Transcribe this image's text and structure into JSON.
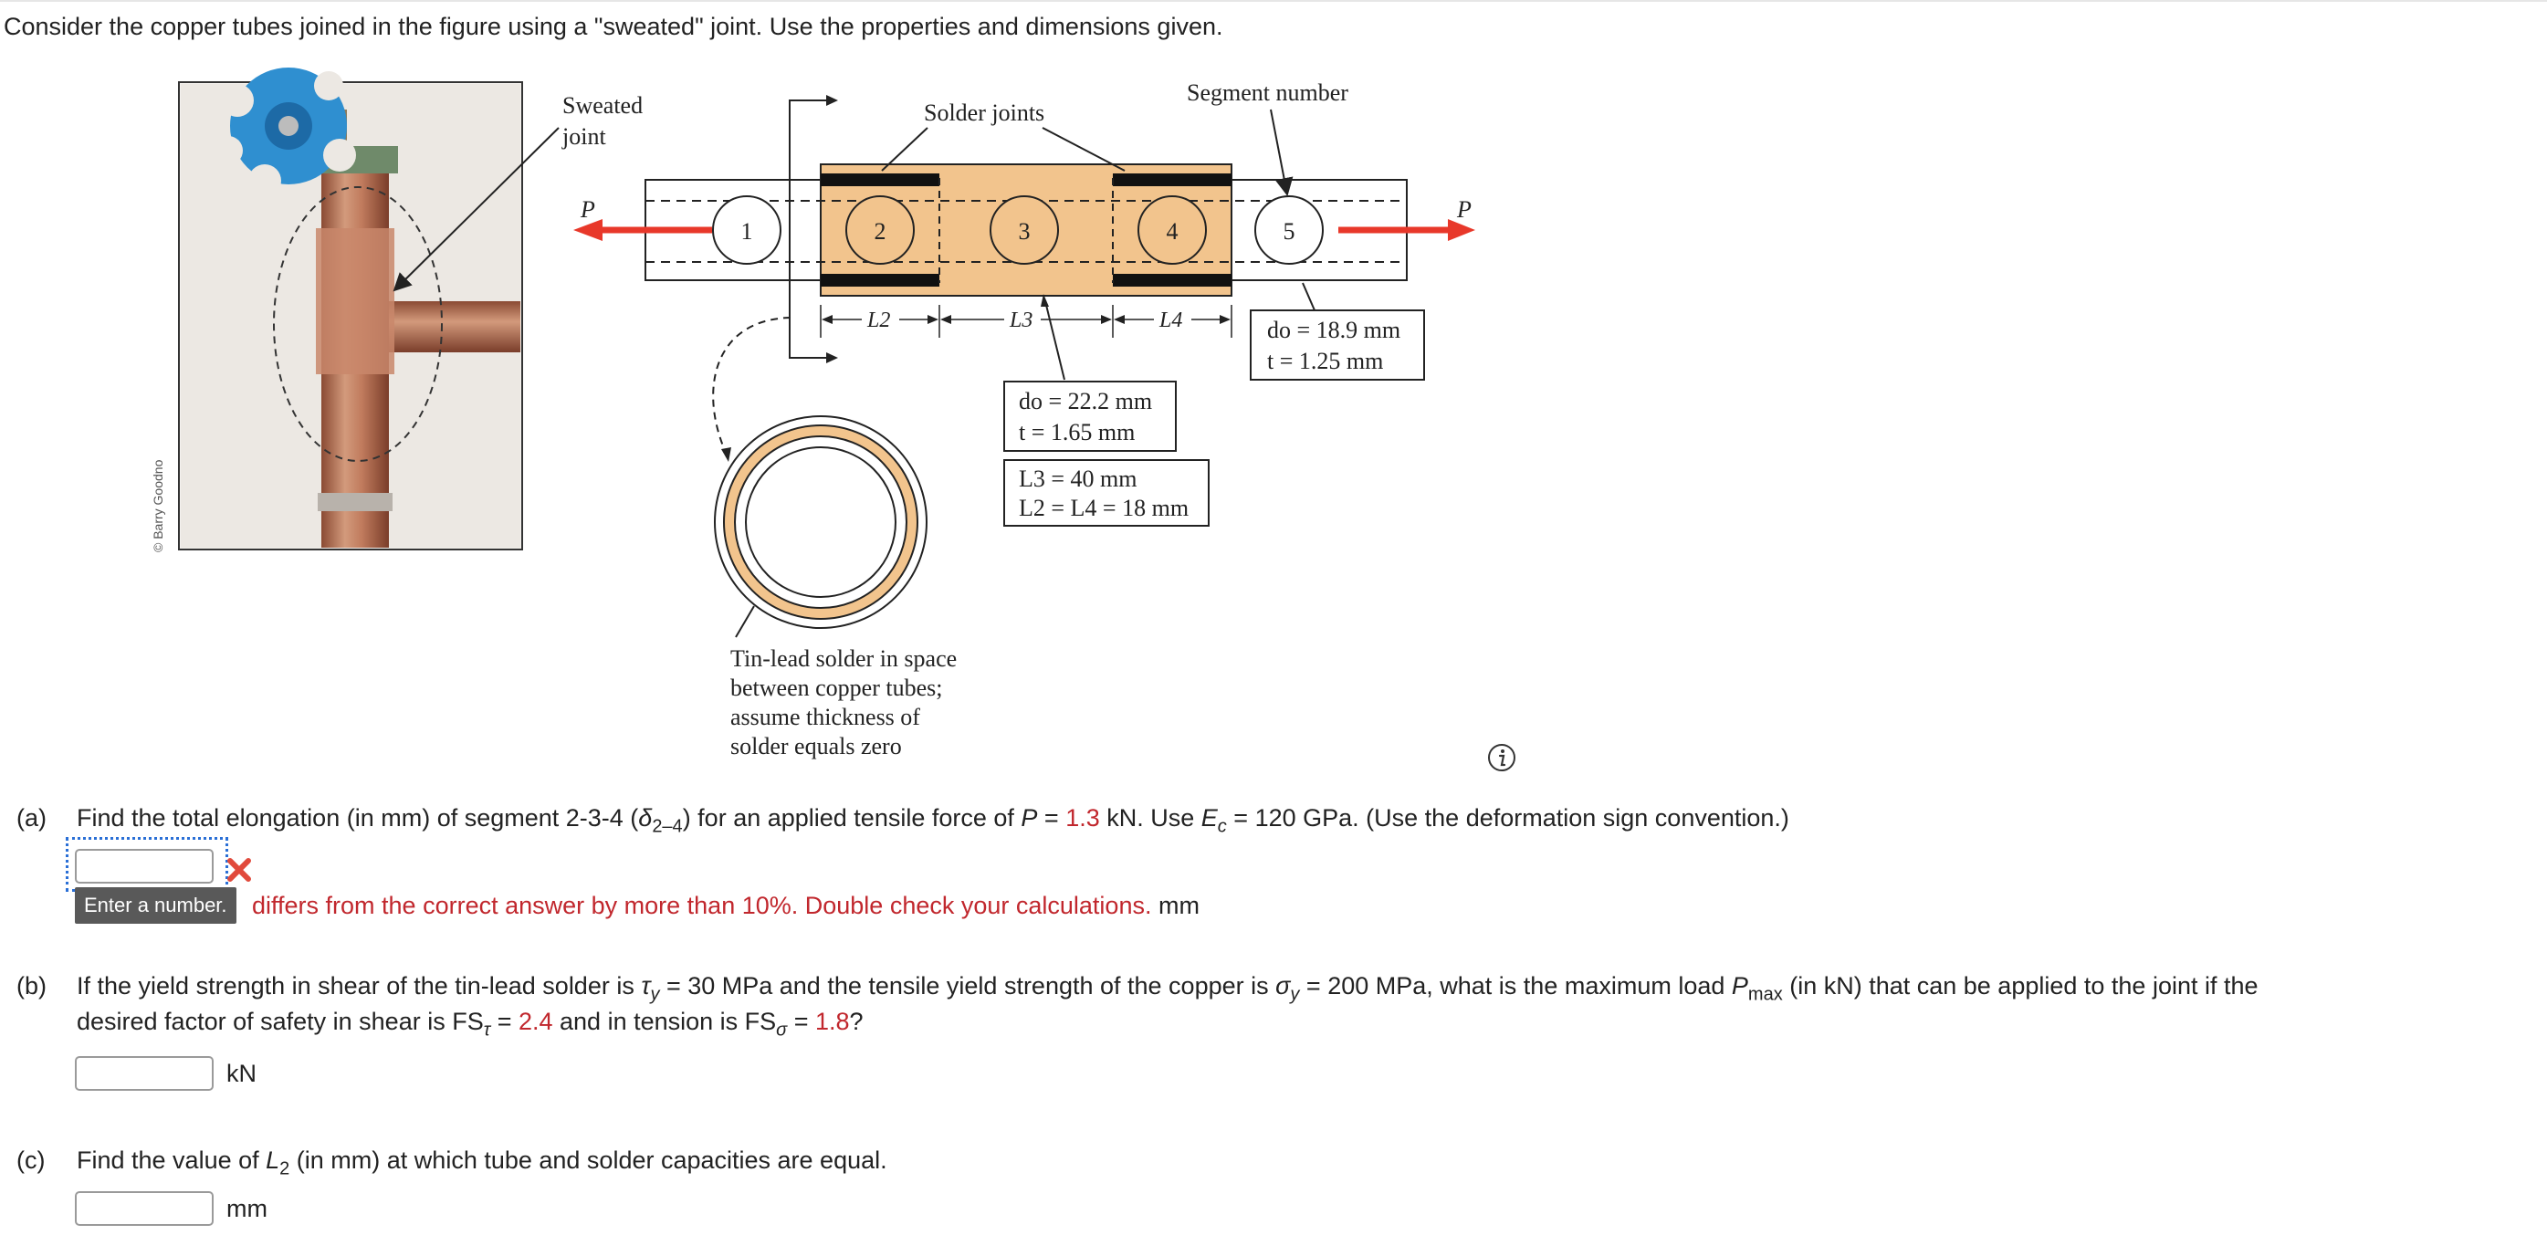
{
  "intro": "Consider the copper tubes joined in the figure using a \"sweated\" joint. Use the properties and dimensions given.",
  "figure": {
    "photo_credit": "© Barry Goodno",
    "sweated_joint": [
      "Sweated",
      "joint"
    ],
    "solder_joints": "Solder joints",
    "segment_number": "Segment number",
    "force_label": "P",
    "segments": [
      "1",
      "2",
      "3",
      "4",
      "5"
    ],
    "dim_l2": "L2",
    "dim_l3": "L3",
    "dim_l4": "L4",
    "box_inner": [
      "do = 18.9 mm",
      "t = 1.25 mm"
    ],
    "box_outer": [
      "do = 22.2 mm",
      "t = 1.65 mm"
    ],
    "box_lengths": [
      "L3 = 40 mm",
      "L2 = L4 = 18 mm"
    ],
    "solder_note": [
      "Tin-lead solder in space",
      "between copper tubes;",
      "assume thickness of",
      "solder equals zero"
    ],
    "colors": {
      "solder": "#f2c48d",
      "arrow": "#e8382a",
      "valve": "#2f8fd0",
      "copper": "#c8866a"
    }
  },
  "qa": {
    "label": "(a)",
    "text1": "Find the total elongation (in mm) of segment 2-3-4 (",
    "delta": "δ",
    "delta_sub": "2–4",
    "text2": ") for an applied tensile force of ",
    "P": "P",
    "eq": " = ",
    "P_val": "1.3",
    "text3": " kN. Use ",
    "E": "E",
    "E_sub": "c",
    "text4": " = 120 GPa. (Use the deformation sign convention.)",
    "tooltip": "Enter a number.",
    "error": "differs from the correct answer by more than 10%. Double check your calculations.",
    "unit": "mm"
  },
  "qb": {
    "label": "(b)",
    "line1a": "If the yield strength in shear of the tin-lead solder is ",
    "tau": "τ",
    "tau_sub": "y",
    "line1b": " = 30 MPa and the tensile yield strength of the copper is ",
    "sigma": "σ",
    "sigma_sub": "y",
    "line1c": " = 200 MPa, what is the maximum load ",
    "Pmax": "P",
    "Pmax_sub": "max",
    "line1d": " (in kN) that can be applied to the joint if the",
    "line2a": "desired factor of safety in shear is FS",
    "fs_tau_sub": "τ",
    "line2b": " = ",
    "fs_tau_val": "2.4",
    "line2c": " and in tension is FS",
    "fs_sigma_sub": "σ",
    "line2d": " = ",
    "fs_sigma_val": "1.8",
    "line2e": "?",
    "unit": "kN"
  },
  "qc": {
    "label": "(c)",
    "text1": "Find the value of ",
    "L": "L",
    "L_sub": "2",
    "text2": " (in mm) at which tube and solder capacities are equal.",
    "unit": "mm"
  }
}
